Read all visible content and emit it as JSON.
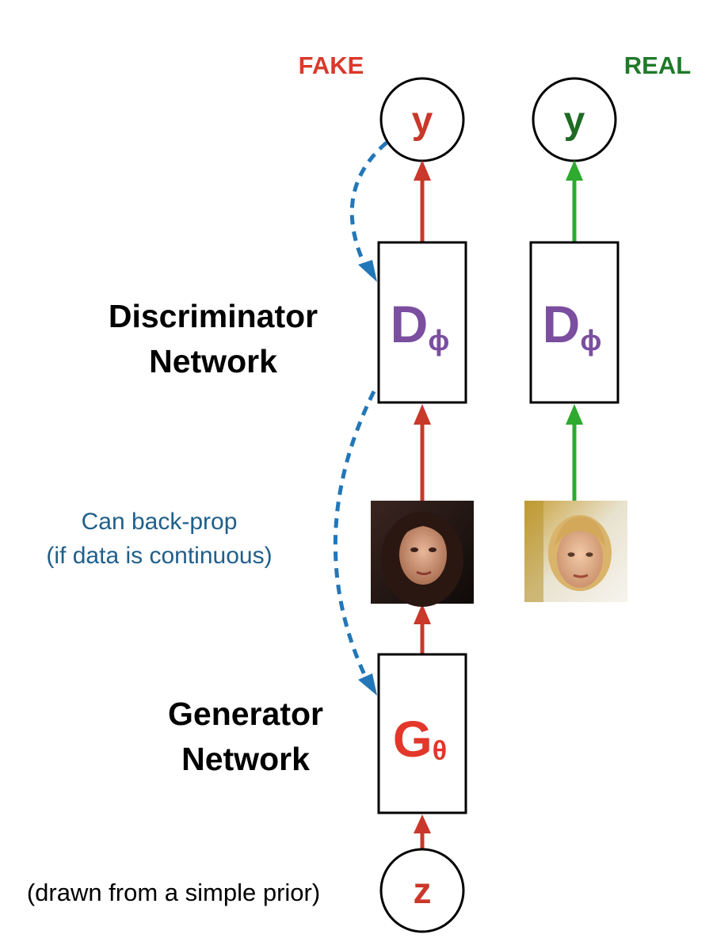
{
  "labels": {
    "fake": "FAKE",
    "real": "REAL",
    "y_fake": "y",
    "y_real": "y",
    "discriminator_line1": "Discriminator",
    "discriminator_line2": "Network",
    "generator_line1": "Generator",
    "generator_line2": "Network",
    "backprop_line1": "Can back-prop",
    "backprop_line2": "(if data is continuous)",
    "prior": "(drawn from a simple prior)",
    "z": "z"
  },
  "nodes": {
    "discriminator_fake": {
      "letter": "D",
      "subscript": "ϕ"
    },
    "discriminator_real": {
      "letter": "D",
      "subscript": "ϕ"
    },
    "generator": {
      "letter": "G",
      "subscript": "θ"
    }
  },
  "images": {
    "fake_sample": "generated-face-image",
    "real_sample": "real-face-image"
  },
  "colors": {
    "fake": "#d93a2b",
    "real": "#1f7a2a",
    "real_arrow": "#2eaa2e",
    "fake_arrow": "#c9382a",
    "discriminator": "#7b4ea0",
    "generator": "#e2372a",
    "backprop": "#2277b8",
    "backprop_text": "#1f5f8b",
    "outline": "#000000"
  }
}
